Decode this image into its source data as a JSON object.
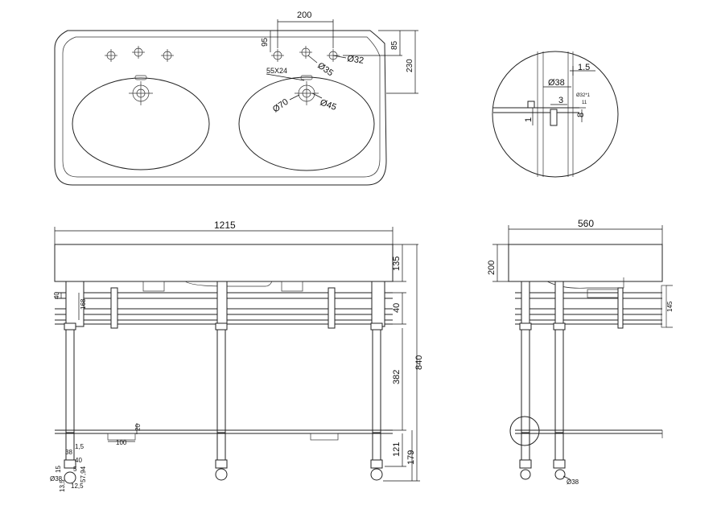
{
  "plan": {
    "dim_200": "200",
    "dim_95": "95",
    "dim_85": "85",
    "dim_230": "230",
    "dia_32": "Ø32",
    "dia_35": "Ø35",
    "dia_45": "Ø45",
    "dia_70": "Ø70",
    "overflow": "55X24"
  },
  "detail": {
    "dim_1_5": "1.5",
    "dia_38": "Ø38",
    "dim_3": "3",
    "dia_32_1": "Ø32*1",
    "dim_11": "11",
    "dim_8": "8",
    "dim_1": "1"
  },
  "front": {
    "width": "1215",
    "dim_135": "135",
    "dim_40_right": "40",
    "dim_382": "382",
    "dim_840": "840",
    "dim_121": "121",
    "dim_179": "179",
    "dim_40_left": "40",
    "dim_168": "168",
    "dim_20": "20",
    "dim_100": "100",
    "foot": {
      "d38": "38",
      "d1_5": "1,5",
      "d40": "40",
      "d15": "15",
      "d5": "5",
      "d57_94": "57,94",
      "dia38": "Ø38",
      "d13_5": "13,5",
      "d12_5": "12,5"
    }
  },
  "side": {
    "width": "560",
    "dim_200": "200",
    "dim_145": "145",
    "dia_38": "Ø38"
  }
}
